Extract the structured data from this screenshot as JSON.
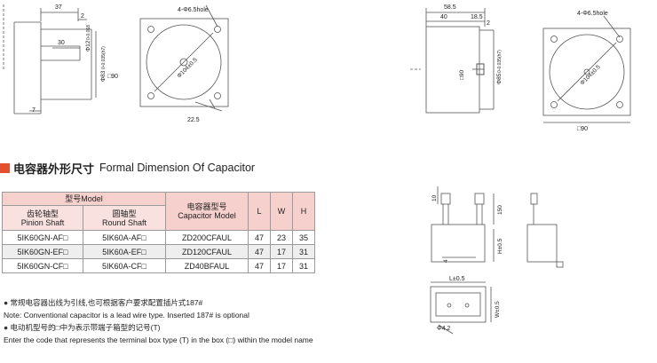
{
  "left_motor_side": {
    "dims": [
      "37",
      "2",
      "30",
      "7"
    ],
    "dia_shaft": "Φ12",
    "shaft_tol": "0-0.018",
    "dia_flange": "Φ83",
    "flange_tol": "0-0.035(h7)",
    "side": "□90"
  },
  "left_motor_front": {
    "hole_note": "4-Φ6.5hole",
    "pcd": "Φ104±0.5",
    "lead_len": "22.5"
  },
  "right_motor_side": {
    "dims": [
      "58.5",
      "40",
      "18.5",
      "2"
    ],
    "dia_flange": "Φ85",
    "flange_tol": "0-0.035(h7)",
    "side": "□90"
  },
  "right_motor_front": {
    "hole_note": "4-Φ6.5hole",
    "pcd": "Φ104±0.5",
    "bottom": "□90"
  },
  "section": {
    "title_cn": "电容器外形尺寸",
    "title_en": "Formal Dimension Of Capacitor"
  },
  "table": {
    "model_header": "型号Model",
    "gear_cn": "齿轮轴型",
    "gear_en": "Pinion Shaft",
    "round_cn": "圆轴型",
    "round_en": "Round Shaft",
    "cap_cn": "电容器型号",
    "cap_en": "Capacitor Model",
    "L": "L",
    "W": "W",
    "H": "H",
    "rows": [
      {
        "gear": "5IK60GN-AF□",
        "round": "5IK60A-AF□",
        "cap": "ZD200CFAUL",
        "L": "47",
        "W": "23",
        "H": "35"
      },
      {
        "gear": "5IK60GN-EF□",
        "round": "5IK60A-EF□",
        "cap": "ZD120CFAUL",
        "L": "47",
        "W": "17",
        "H": "31"
      },
      {
        "gear": "5IK60GN-CF□",
        "round": "5IK60A-CF□",
        "cap": "ZD40BFAUL",
        "L": "47",
        "W": "17",
        "H": "31"
      }
    ]
  },
  "notes": {
    "n1_cn": "常规电容器出线为引线,也可根据客户要求配置插片式187#",
    "n1_en": "Note: Conventional capacitor is a lead wire type. Inserted 187# is optional",
    "n2_cn": "电动机型号的□中为表示带端子箱型的记号(T)",
    "n2_en": "Enter the code that represents the terminal box type (T) in the box (□) within the model name"
  },
  "cap_drawing": {
    "d10": "10",
    "d150": "150",
    "h": "H±0.5",
    "d4": "4",
    "l": "L±0.5",
    "w": "W±0.5",
    "hole": "Φ4.2"
  }
}
